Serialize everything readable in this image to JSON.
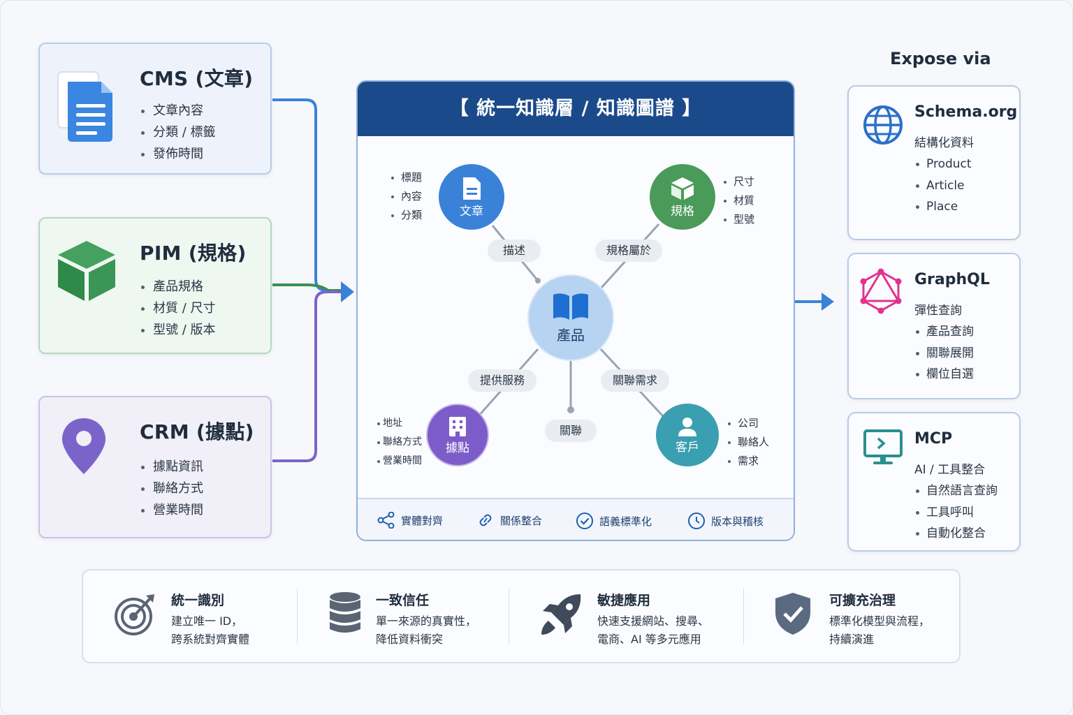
{
  "sources": {
    "cms": {
      "title": "CMS (文章)",
      "items": [
        "文章內容",
        "分類 / 標籤",
        "發佈時間"
      ]
    },
    "pim": {
      "title": "PIM (規格)",
      "items": [
        "產品規格",
        "材質 / 尺寸",
        "型號 / 版本"
      ]
    },
    "crm": {
      "title": "CRM (據點)",
      "items": [
        "據點資訊",
        "聯絡方式",
        "營業時間"
      ]
    }
  },
  "center": {
    "header": "【 統一知識層 / 知識圖譜 】",
    "hub": "產品",
    "nodes": {
      "article": {
        "label": "文章",
        "attrs": [
          "標題",
          "內容",
          "分類"
        ]
      },
      "spec": {
        "label": "規格",
        "attrs": [
          "尺寸",
          "材質",
          "型號"
        ]
      },
      "location": {
        "label": "據點",
        "attrs": [
          "地址",
          "聯絡方式",
          "營業時間"
        ]
      },
      "customer": {
        "label": "客戶",
        "attrs": [
          "公司",
          "聯絡人",
          "需求"
        ]
      }
    },
    "relations": {
      "describe": "描述",
      "spec_of": "規格屬於",
      "serves": "提供服務",
      "related_needs": "關聯需求",
      "related": "關聯"
    },
    "footer": [
      "實體對齊",
      "關係整合",
      "語義標準化",
      "版本與稽核"
    ]
  },
  "expose": {
    "title": "Expose via",
    "cards": [
      {
        "title": "Schema.org",
        "subtitle": "結構化資料",
        "items": [
          "Product",
          "Article",
          "Place"
        ]
      },
      {
        "title": "GraphQL",
        "subtitle": "彈性查詢",
        "items": [
          "產品查詢",
          "關聯展開",
          "欄位自選"
        ]
      },
      {
        "title": "MCP",
        "subtitle": "AI / 工具整合",
        "items": [
          "自然語言查詢",
          "工具呼叫",
          "自動化整合"
        ]
      }
    ]
  },
  "benefits": [
    {
      "title": "統一識別",
      "desc": "建立唯一 ID，\n跨系統對齊實體"
    },
    {
      "title": "一致信任",
      "desc": "單一來源的真實性，\n降低資料衝突"
    },
    {
      "title": "敏捷應用",
      "desc": "快速支援網站、搜尋、\n電商、AI 等多元應用"
    },
    {
      "title": "可擴充治理",
      "desc": "標準化模型與流程，\n持續演進"
    }
  ],
  "colors": {
    "cms": "#3a82d8",
    "pim": "#3a8f52",
    "crm": "#7b64c9",
    "header": "#1b4a8a",
    "article": "#3a82d8",
    "spec": "#4a9a5a",
    "location": "#7c5cc8",
    "customer": "#3a9fb0",
    "hub": "#b7d3f2",
    "graphql": "#e0338f",
    "mcp": "#2a8f8f"
  }
}
